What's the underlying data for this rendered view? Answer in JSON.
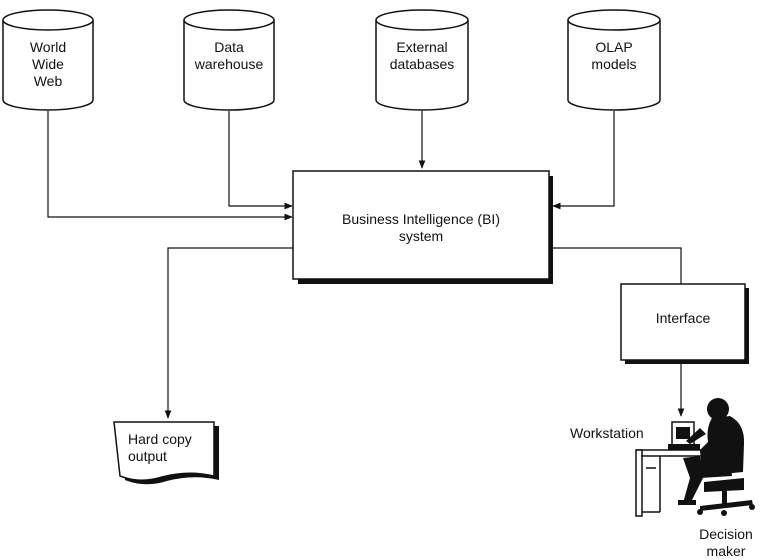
{
  "sources": [
    {
      "id": "www",
      "label_lines": [
        "World",
        "Wide",
        "Web"
      ]
    },
    {
      "id": "dw",
      "label_lines": [
        "Data",
        "warehouse"
      ]
    },
    {
      "id": "extdb",
      "label_lines": [
        "External",
        "databases"
      ]
    },
    {
      "id": "olap",
      "label_lines": [
        "OLAP",
        "models"
      ]
    }
  ],
  "bi_system": {
    "label_lines": [
      "Business Intelligence (BI)",
      "system"
    ]
  },
  "interface": {
    "label": "Interface"
  },
  "hardcopy": {
    "label_lines": [
      "Hard copy",
      "output"
    ]
  },
  "workstation": {
    "label": "Workstation"
  },
  "decision_maker": {
    "label_lines": [
      "Decision",
      "maker"
    ]
  }
}
